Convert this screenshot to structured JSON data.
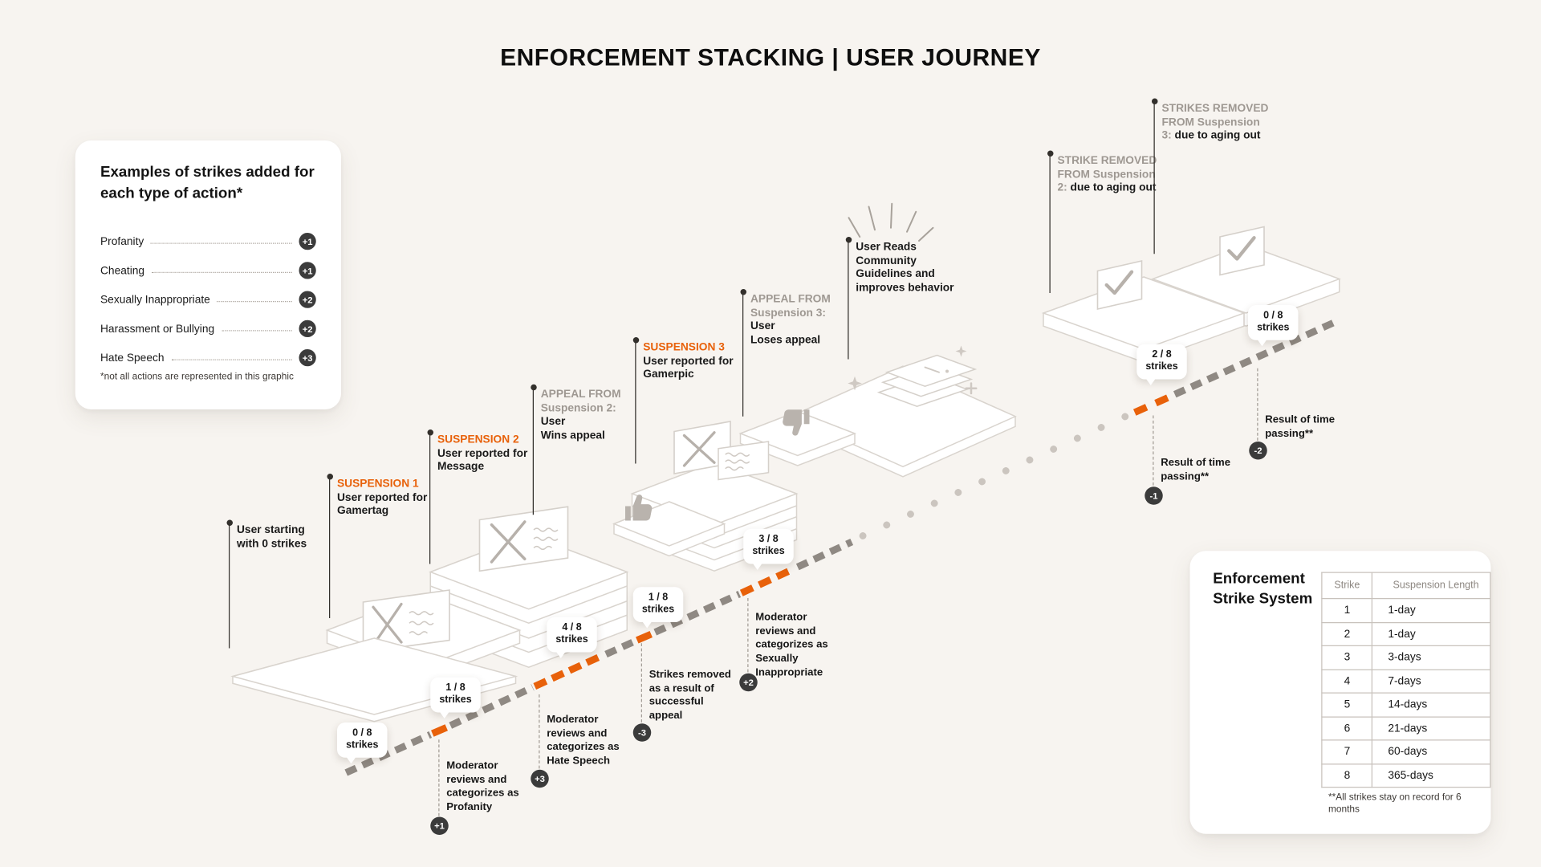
{
  "title": "ENFORCEMENT STACKING | USER JOURNEY",
  "legend": {
    "title_line1": "Examples of strikes added for",
    "title_line2": "each type of action*",
    "items": [
      {
        "label": "Profanity",
        "points": "+1"
      },
      {
        "label": "Cheating",
        "points": "+1"
      },
      {
        "label": "Sexually Inappropriate",
        "points": "+2"
      },
      {
        "label": "Harassment or Bullying",
        "points": "+2"
      },
      {
        "label": "Hate Speech",
        "points": "+3"
      }
    ],
    "footnote": "*not all actions are represented in this graphic"
  },
  "strike_table": {
    "title_line1": "Enforcement",
    "title_line2": "Strike System",
    "col_strike": "Strike",
    "col_length": "Suspension Length",
    "rows": [
      {
        "strike": "1",
        "length": "1-day"
      },
      {
        "strike": "2",
        "length": "1-day"
      },
      {
        "strike": "3",
        "length": "3-days"
      },
      {
        "strike": "4",
        "length": "7-days"
      },
      {
        "strike": "5",
        "length": "14-days"
      },
      {
        "strike": "6",
        "length": "21-days"
      },
      {
        "strike": "7",
        "length": "60-days"
      },
      {
        "strike": "8",
        "length": "365-days"
      }
    ],
    "footnote_line1": "**All strikes stay on record for 6",
    "footnote_line2": "months"
  },
  "journey": {
    "start": {
      "line1": "User starting",
      "line2": "with 0 strikes"
    },
    "suspension1": {
      "label": "SUSPENSION 1",
      "desc1": "User reported for",
      "desc2": "Gamertag"
    },
    "suspension2": {
      "label": "SUSPENSION 2",
      "desc1": "User reported for",
      "desc2": "Message"
    },
    "suspension3": {
      "label": "SUSPENSION 3",
      "desc1": "User reported for",
      "desc2": "Gamerpic"
    },
    "appeal2": {
      "label1": "APPEAL FROM",
      "label2": "Suspension 2:",
      "desc1": "User",
      "desc2": "Wins appeal"
    },
    "appeal3": {
      "label1": "APPEAL FROM",
      "label2": "Suspension 3:",
      "desc1": "User",
      "desc2": "Loses appeal"
    },
    "community": {
      "line1": "User Reads",
      "line2": "Community",
      "line3": "Guidelines and",
      "line4": "improves behavior"
    },
    "removed2": {
      "label1": "STRIKE REMOVED",
      "label2": "FROM Suspension",
      "label3": "2:",
      "desc": "due to aging out"
    },
    "removed3": {
      "label1": "STRIKES REMOVED",
      "label2": "FROM Suspension",
      "label3": "3:",
      "desc": "due to aging out"
    },
    "counters": [
      {
        "value": "0 / 8",
        "unit": "strikes"
      },
      {
        "value": "1 / 8",
        "unit": "strikes"
      },
      {
        "value": "4 / 8",
        "unit": "strikes"
      },
      {
        "value": "1 / 8",
        "unit": "strikes"
      },
      {
        "value": "3 / 8",
        "unit": "strikes"
      },
      {
        "value": "2 / 8",
        "unit": "strikes"
      },
      {
        "value": "0 / 8",
        "unit": "strikes"
      }
    ],
    "annotations": [
      {
        "text": "Moderator reviews and categorizes as Profanity",
        "badge": "+1"
      },
      {
        "text": "Moderator reviews and categorizes as Hate Speech",
        "badge": "+3"
      },
      {
        "text": "Strikes removed as a result of successful appeal",
        "badge": "-3"
      },
      {
        "text": "Moderator reviews and categorizes as Sexually Inappropriate",
        "badge": "+2"
      },
      {
        "text": "Result of time passing**",
        "badge": "-1"
      },
      {
        "text": "Result of time passing**",
        "badge": "-2"
      }
    ]
  },
  "colors": {
    "background": "#F7F4F0",
    "accent_orange": "#E8610A",
    "badge_bg": "#3B3B3B",
    "muted_gray": "#9E9892",
    "path_gray": "#8F8983"
  }
}
